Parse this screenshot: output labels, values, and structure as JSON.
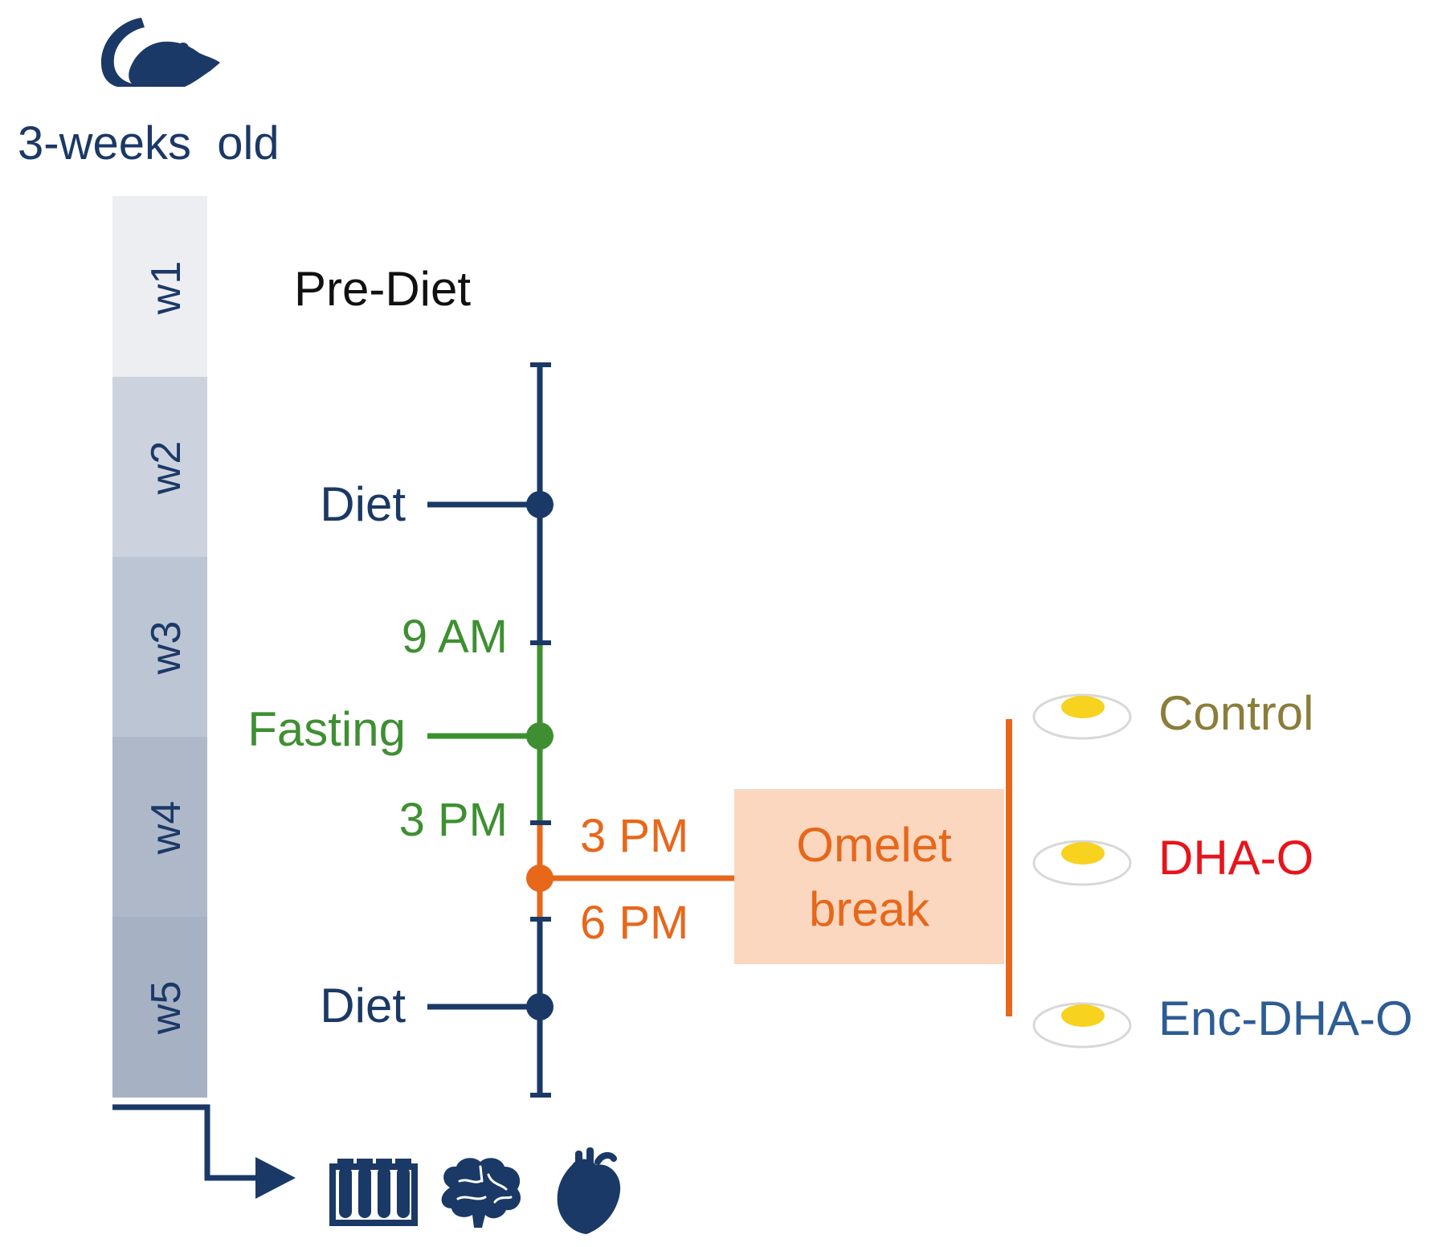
{
  "header": {
    "age_label": "3-weeks  old"
  },
  "weeks": [
    {
      "label": "w1",
      "color": "#eceef2"
    },
    {
      "label": "w2",
      "color": "#cdd3de"
    },
    {
      "label": "w3",
      "color": "#bcc5d4"
    },
    {
      "label": "w4",
      "color": "#aeb8c9"
    },
    {
      "label": "w5",
      "color": "#a6b1c4"
    }
  ],
  "phases": {
    "pre_diet": "Pre-Diet",
    "diet_top": "Diet",
    "fasting_start": "9 AM",
    "fasting": "Fasting",
    "fasting_end": "3 PM",
    "omelet_start": "3 PM",
    "omelet_end": "6 PM",
    "diet_bottom": "Diet"
  },
  "omelet_box": {
    "line1": "Omelet",
    "line2": "break"
  },
  "groups": [
    {
      "label": "Control",
      "color": "#8b7d3a"
    },
    {
      "label": "DHA-O",
      "color": "#e8141c"
    },
    {
      "label": "Enc-DHA-O",
      "color": "#2e5c94"
    }
  ],
  "colors": {
    "navy": "#1b3966",
    "green": "#3f8f32",
    "orange": "#e7671b",
    "omelet_box": "#fbd7bf",
    "egg_yolk": "#f7d21f",
    "week_text": "#1b3966"
  },
  "icons": [
    "mouse-icon",
    "test-tubes-icon",
    "brain-icon",
    "heart-icon",
    "fried-egg-icon",
    "arrow-right-icon"
  ]
}
